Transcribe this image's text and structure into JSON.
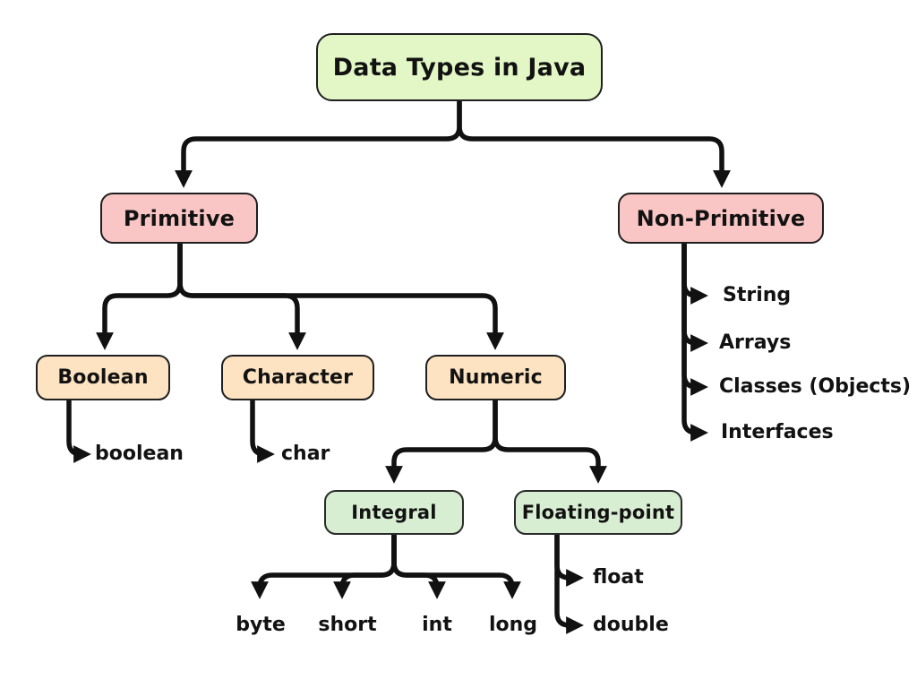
{
  "diagram_title": "Data Types in Java",
  "colors": {
    "root_fill": "#e2f7c5",
    "category_fill": "#f9c6c5",
    "subtype_fill": "#fde3c1",
    "numeric_group_fill": "#d8eed2",
    "connector": "#111111",
    "text": "#121212",
    "background": "#ffffff"
  },
  "nodes": {
    "root": "Data Types in Java",
    "primitive": "Primitive",
    "non_primitive": "Non-Primitive",
    "boolean": "Boolean",
    "character": "Character",
    "numeric": "Numeric",
    "integral": "Integral",
    "floating_point": "Floating-point"
  },
  "leaves": {
    "boolean_type": "boolean",
    "char_type": "char",
    "byte": "byte",
    "short": "short",
    "int": "int",
    "long": "long",
    "float": "float",
    "double": "double"
  },
  "non_primitive_types": [
    "String",
    "Arrays",
    "Classes (Objects)",
    "Interfaces"
  ]
}
